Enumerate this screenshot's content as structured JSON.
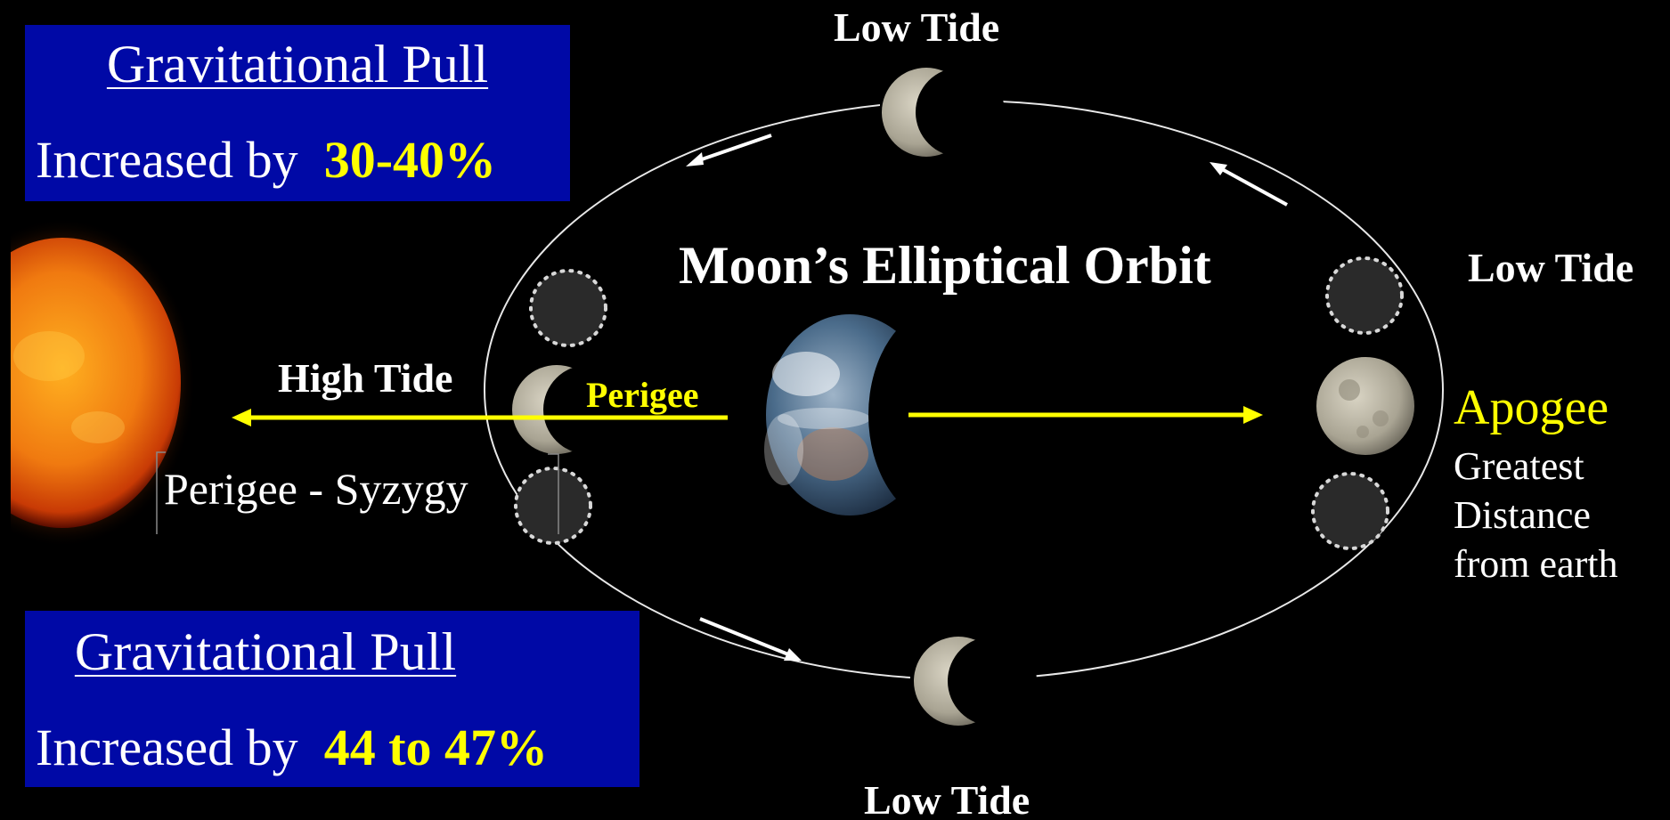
{
  "title": "Moon’s Elliptical Orbit",
  "top_box": {
    "heading": "Gravitational Pull",
    "prefix": "Increased by",
    "value": "30-40%"
  },
  "bottom_box": {
    "heading": "Gravitational Pull",
    "prefix": "Increased by",
    "value": "44 to 47%"
  },
  "labels": {
    "low_tide_top": "Low Tide",
    "low_tide_right": "Low Tide",
    "low_tide_bottom": "Low Tide",
    "high_tide": "High Tide",
    "perigee": "Perigee",
    "perigee_syzygy": "Perigee - Syzygy",
    "apogee": "Apogee",
    "apogee_desc": [
      "Greatest",
      "Distance",
      "from earth"
    ]
  },
  "colors": {
    "background": "#000000",
    "box": "#0009a6",
    "highlight": "#ffff00",
    "text": "#ffffff"
  }
}
